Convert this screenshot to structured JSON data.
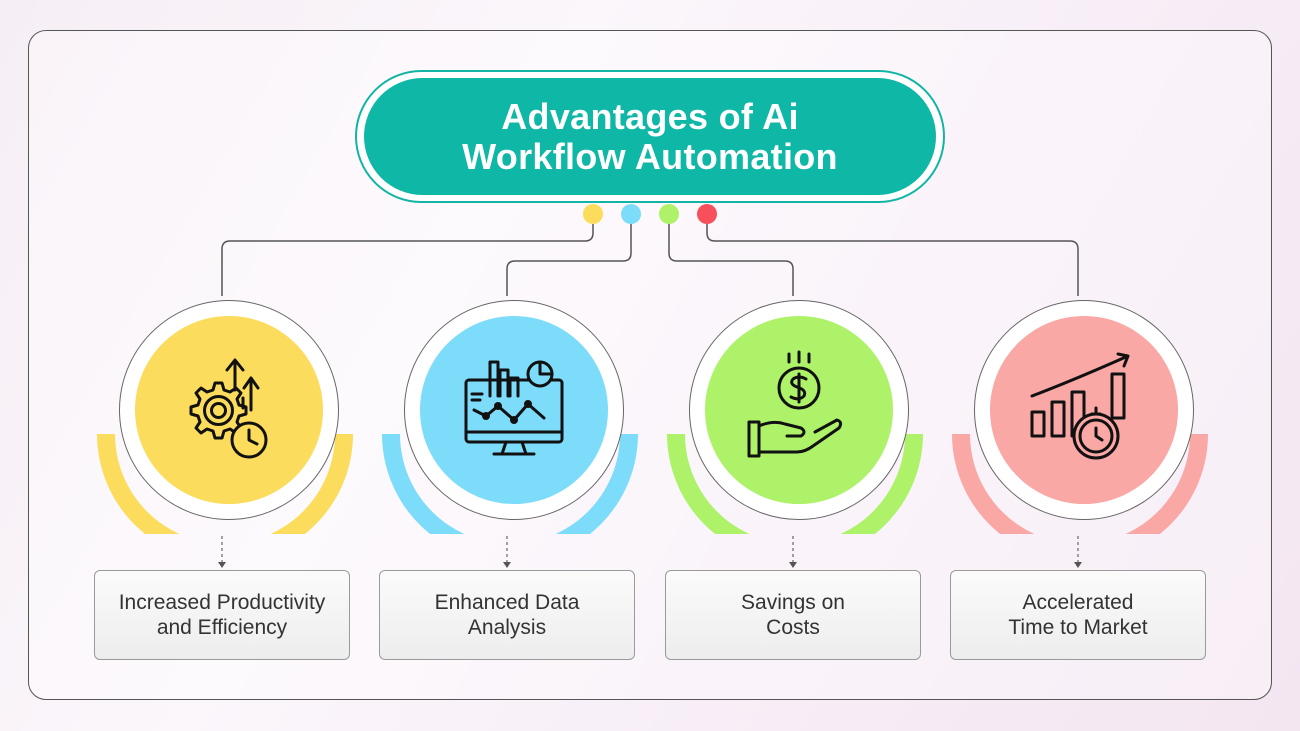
{
  "title": {
    "line1": "Advantages of Ai",
    "line2": "Workflow Automation"
  },
  "colors": {
    "teal": "#0fb7a6",
    "yellow": "#fcdc5c",
    "blue": "#7ddcfa",
    "green": "#aef26a",
    "pink": "#f9a8a6"
  },
  "items": [
    {
      "line1": "Increased Productivity",
      "line2": "and Efficiency",
      "icon": "gear-growth-clock-icon",
      "color": "#fcdc5c"
    },
    {
      "line1": "Enhanced Data",
      "line2": "Analysis",
      "icon": "monitor-analytics-icon",
      "color": "#7ddcfa"
    },
    {
      "line1": "Savings on",
      "line2": "Costs",
      "icon": "hand-dollar-coin-icon",
      "color": "#aef26a"
    },
    {
      "line1": "Accelerated",
      "line2": "Time to Market",
      "icon": "chart-stopwatch-icon",
      "color": "#f9a8a6"
    }
  ]
}
